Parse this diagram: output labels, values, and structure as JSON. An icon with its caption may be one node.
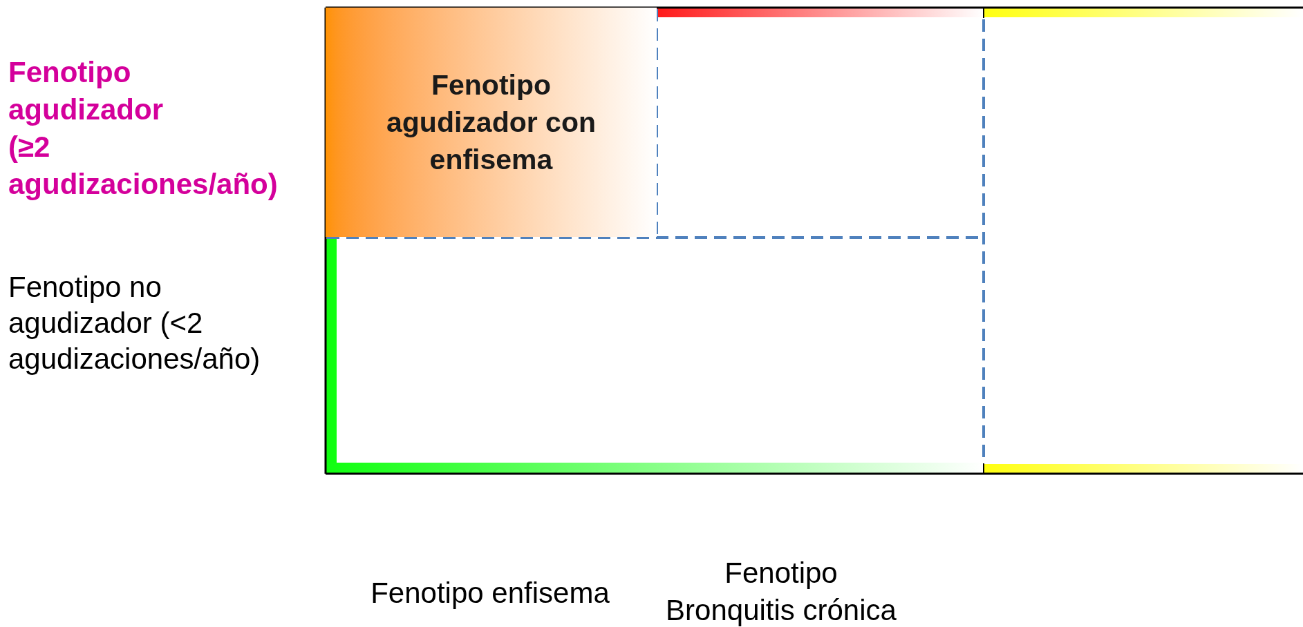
{
  "diagram": {
    "nodes": [
      {
        "text": [
          "Fenotipo agudizador con enfisema"
        ]
      }
    ],
    "labels": [
      "Fenotipo agudizador (≥2 agudizaciones/año)",
      "Fenotipo no agudizador (<2 agudizaciones/año)",
      "Fenotipo enfisema",
      "Fenotipo Bronquitis crónica"
    ]
  }
}
